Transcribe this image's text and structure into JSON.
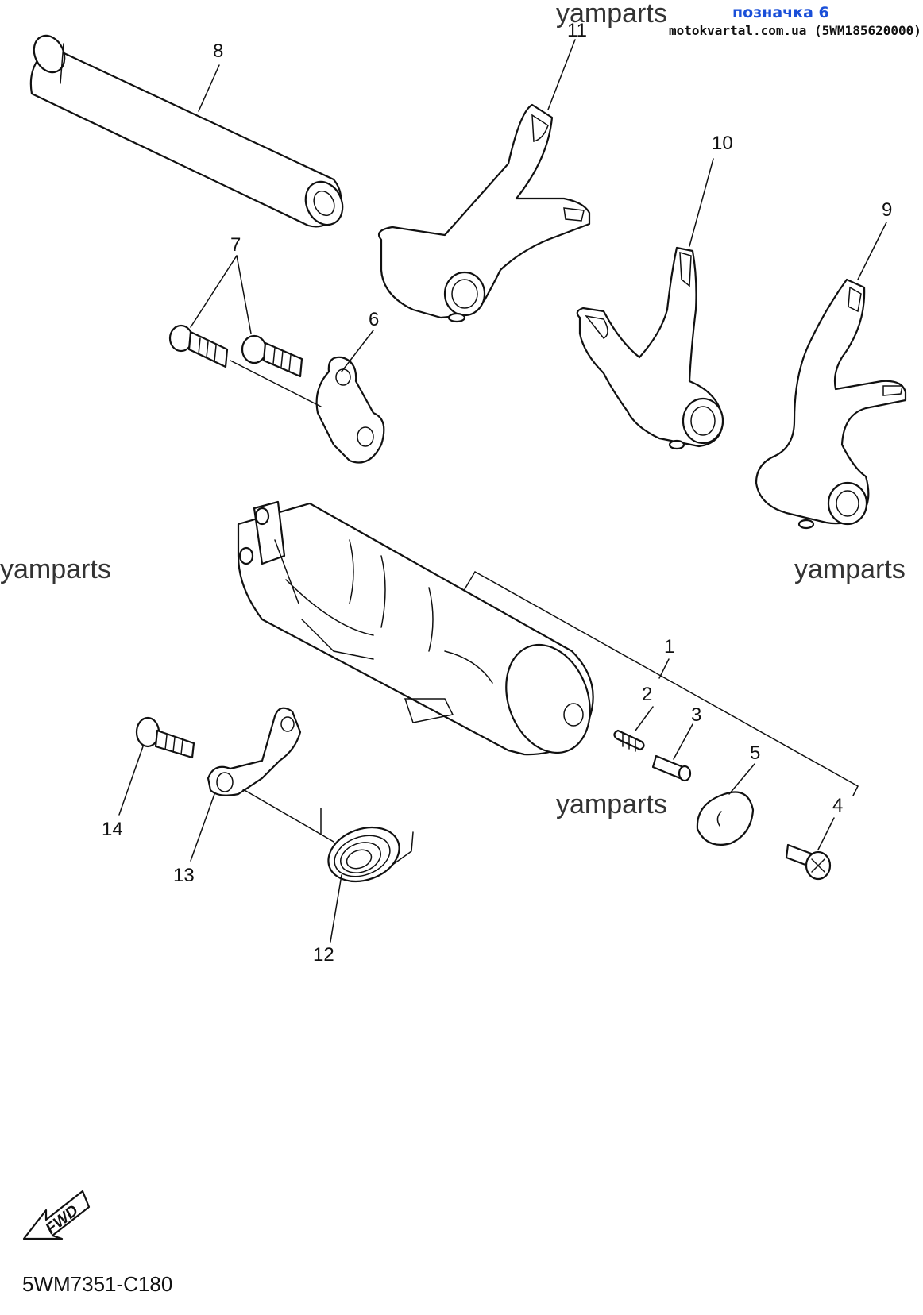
{
  "watermarks": {
    "top": "yamparts",
    "left": "yamparts",
    "right": "yamparts",
    "center": "yamparts"
  },
  "header": {
    "badge": "позначка 6",
    "source": "motokvartal.com.ua (5WM185620000)"
  },
  "callouts": {
    "c1": "1",
    "c2": "2",
    "c3": "3",
    "c4": "4",
    "c5": "5",
    "c6": "6",
    "c7": "7",
    "c8": "8",
    "c9": "9",
    "c10": "10",
    "c11": "11",
    "c12": "12",
    "c13": "13",
    "c14": "14"
  },
  "fwd_label": "FWD",
  "diagram_code": "5WM7351-C180"
}
